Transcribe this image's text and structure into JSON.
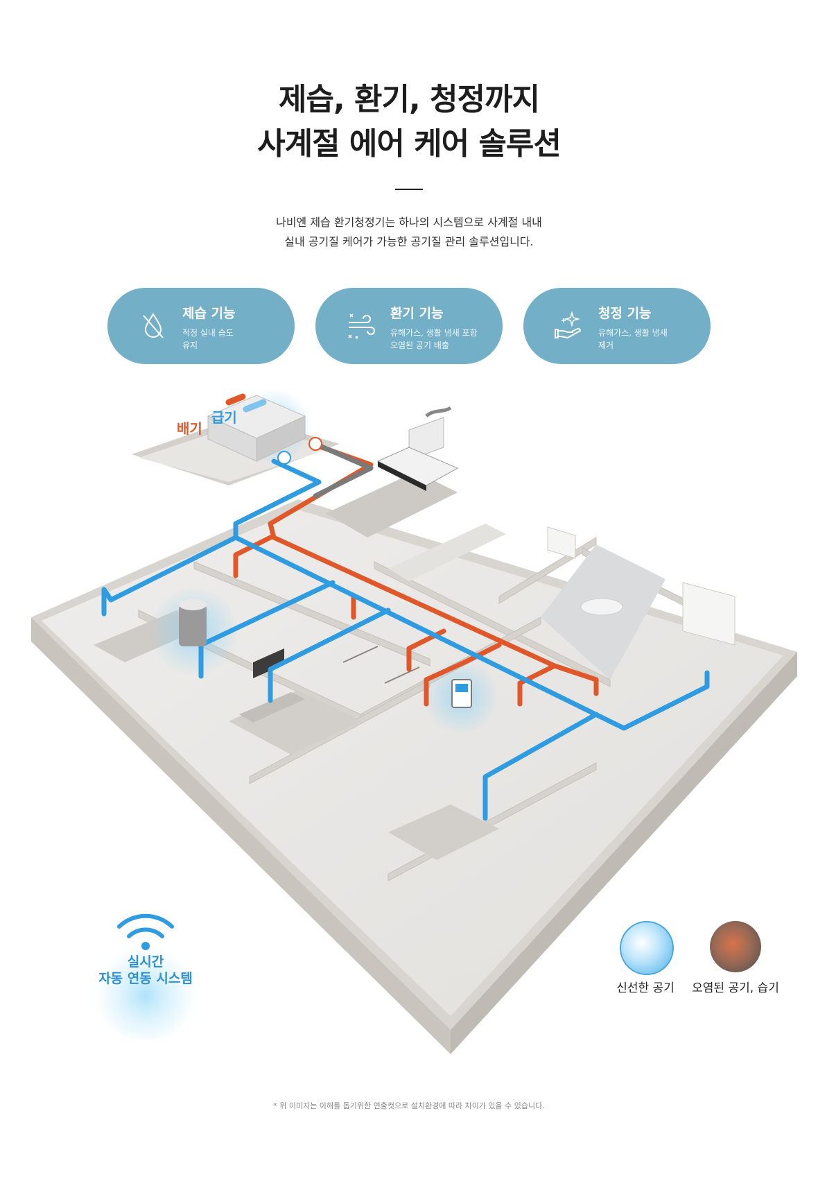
{
  "header": {
    "title_line1": "제습, 환기, 청정까지",
    "title_line2": "사계절 에어 케어 솔루션",
    "desc_line1": "나비엔 제습 환기청정기는 하나의 시스템으로 사계절 내내",
    "desc_line2": "실내 공기질 케어가 가능한 공기질 관리 솔루션입니다."
  },
  "features": [
    {
      "title": "제습 기능",
      "line1": "적정 실내 습도",
      "line2": "유지",
      "icon": "no-droplet-icon"
    },
    {
      "title": "환기 기능",
      "line1": "유해가스, 생활 냄새 포함",
      "line2": "오염된 공기 배출",
      "icon": "wind-icon"
    },
    {
      "title": "청정 기능",
      "line1": "유해가스, 생활 냄새",
      "line2": "제거",
      "icon": "sparkle-hand-icon"
    }
  ],
  "diagram": {
    "exhaust_label": "배기",
    "supply_label": "급기"
  },
  "realtime": {
    "line1": "실시간",
    "line2": "자동 연동 시스템"
  },
  "legend": {
    "fresh": "신선한 공기",
    "polluted": "오염된 공기, 습기"
  },
  "colors": {
    "pill": "#73b0c8",
    "fresh_duct": "#2f9be0",
    "exhaust_duct": "#e0582a",
    "return_duct": "#7a7a7a",
    "floor": "#ecebe9",
    "wall": "#dcd8d3"
  },
  "footnote": "* 위 이미지는 이해를 돕기위한 연출컷으로 설치환경에 따라 차이가 있을 수 있습니다."
}
